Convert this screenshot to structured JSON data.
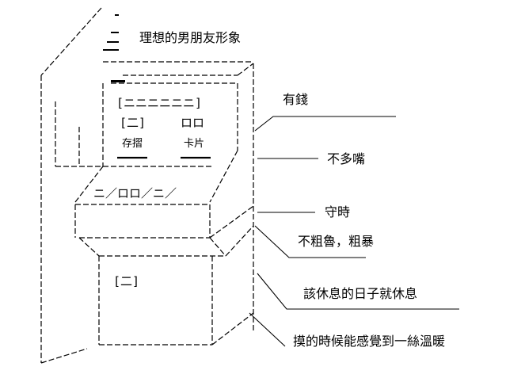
{
  "machine": {
    "display_text": "[ニニニニニニ]",
    "deposit_label": "存摺",
    "card_label": "卡片",
    "deposit_box": "[二]",
    "card_box": "ロロ",
    "keypad_text": "ニ／ロロ／ニ／",
    "cabinet_box": "[二]"
  },
  "annotations": {
    "ideal": "理想的男朋友形象",
    "rich": "有錢",
    "quiet": "不多嘴",
    "punctual": "守時",
    "gentle": "不粗魯，粗暴",
    "rest": "該休息的日子就休息",
    "warm": "摸的時候能感覺到一絲溫暖"
  }
}
